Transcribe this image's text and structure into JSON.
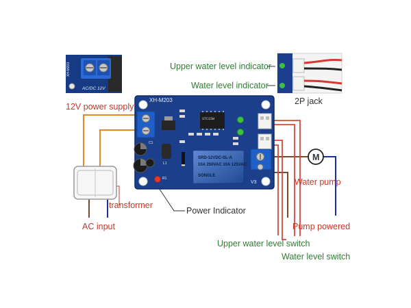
{
  "labels": {
    "power_supply": "12V power supply",
    "transformer": "transformer",
    "ac_input": "AC input",
    "power_indicator": "Power Indicator",
    "upper_level_indicator": "Upper water level indicator",
    "level_indicator": "Water level indicator",
    "jack": "2P jack",
    "water_pump": "Water pump",
    "pump_powered": "Pump powered",
    "upper_level_switch": "Upper water level switch",
    "level_switch": "Water level switch"
  },
  "board": {
    "model": "XH-M203",
    "inset_text": "AC/DC 12V",
    "inset_model": "XH-M203",
    "relay_brand": "SONGLE",
    "relay_model": "SRD-12VDC-SL-A",
    "relay_spec": "10A 250VAC 10A 125VAC",
    "ref_v3": "V3",
    "ref_l1": "L1",
    "ref_c1": "C1",
    "ref_r1": "R1"
  },
  "motor_symbol": "M",
  "colors": {
    "pcb": "#1c3f8c",
    "terminal": "#1f5fc8",
    "label_red": "#c0392b",
    "label_green": "#2e7d32",
    "wire_orange": "#e08a2a",
    "wire_blue": "#1a2fa8",
    "wire_brown": "#7a4a2a",
    "wire_red": "#d9473b"
  }
}
